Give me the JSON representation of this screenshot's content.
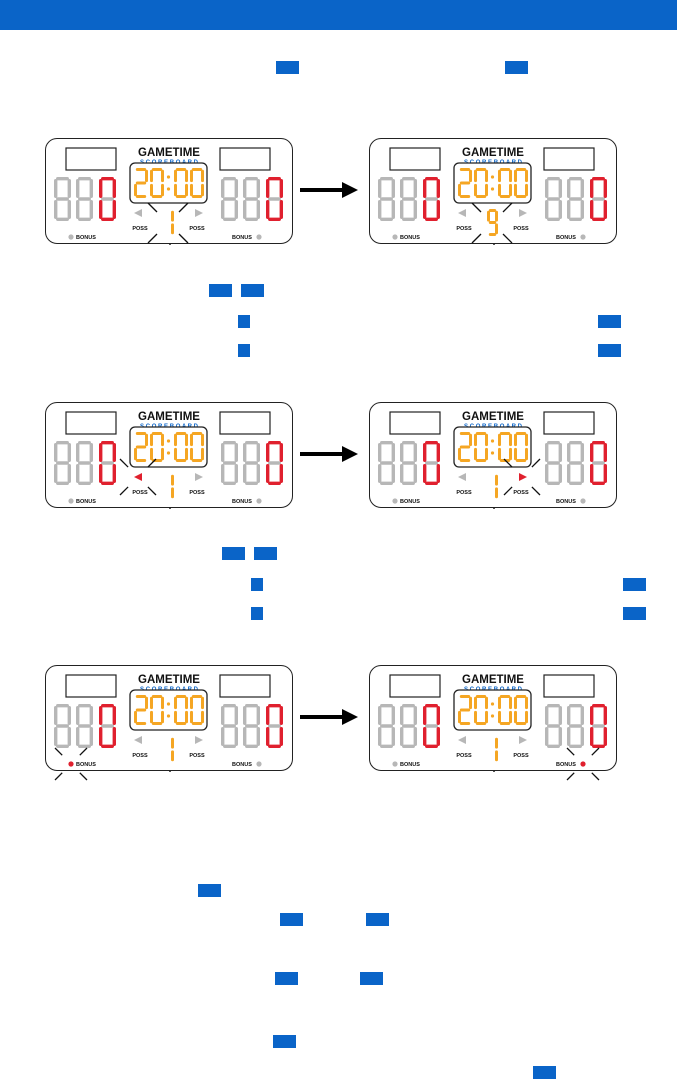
{
  "brand": {
    "name": "GAMETIME",
    "sub": "SCOREBOARD"
  },
  "display": {
    "clock": "20:00",
    "period_before": "1",
    "period_after": "9",
    "period_default": "1",
    "score_home": "00",
    "score_home_last": "0",
    "score_guest": "00",
    "score_guest_last": "0",
    "poss_label": "POSS",
    "bonus_label": "BONUS"
  },
  "colors": {
    "accent": "#0a64c8",
    "clock": "#f5a623",
    "score": "#e0202e",
    "segment_off": "#b7b7b7"
  },
  "diagrams": [
    {
      "name": "period",
      "left_state": "period-1",
      "right_state": "period-9"
    },
    {
      "name": "possession",
      "left_state": "poss-home",
      "right_state": "poss-guest"
    },
    {
      "name": "bonus",
      "left_state": "bonus-home",
      "right_state": "bonus-guest"
    }
  ]
}
